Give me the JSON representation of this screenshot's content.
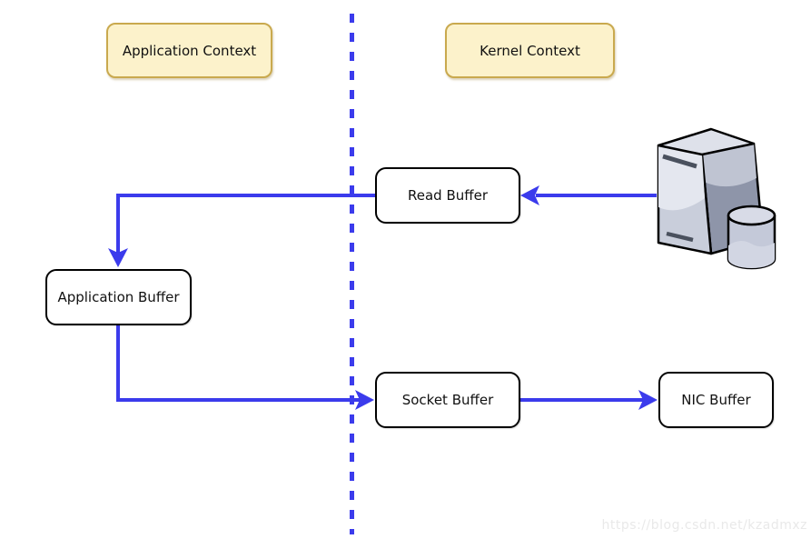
{
  "diagram": {
    "context_labels": [
      {
        "id": "application-context",
        "label": "Application Context"
      },
      {
        "id": "kernel-context",
        "label": "Kernel Context"
      }
    ],
    "nodes": [
      {
        "id": "read-buffer",
        "label": "Read Buffer"
      },
      {
        "id": "application-buffer",
        "label": "Application Buffer"
      },
      {
        "id": "socket-buffer",
        "label": "Socket Buffer"
      },
      {
        "id": "nic-buffer",
        "label": "NIC Buffer"
      }
    ],
    "edges": [
      {
        "from": "server-database",
        "to": "read-buffer",
        "direction": "left"
      },
      {
        "from": "read-buffer",
        "to": "application-buffer",
        "direction": "left-then-down"
      },
      {
        "from": "application-buffer",
        "to": "socket-buffer",
        "direction": "down-then-right"
      },
      {
        "from": "socket-buffer",
        "to": "nic-buffer",
        "direction": "right"
      }
    ],
    "divider": {
      "style": "vertical-dashed",
      "separates": [
        "Application Context",
        "Kernel Context"
      ]
    },
    "icons": [
      {
        "name": "server-database-icon",
        "description": "server tower with database cylinder"
      }
    ]
  },
  "watermark": {
    "text": "https://blog.csdn.net/kzadmxz"
  },
  "colors": {
    "arrow_blue": "#3B3BEC",
    "context_fill": "#FCF2CB",
    "context_border": "#C9A94E",
    "node_fill": "#FFFFFF",
    "node_border": "#000000",
    "server_front": "#C9CEDB",
    "server_side": "#8E95A9",
    "server_top": "#DEE1EA",
    "watermark_gray": "#E9E9E9"
  }
}
